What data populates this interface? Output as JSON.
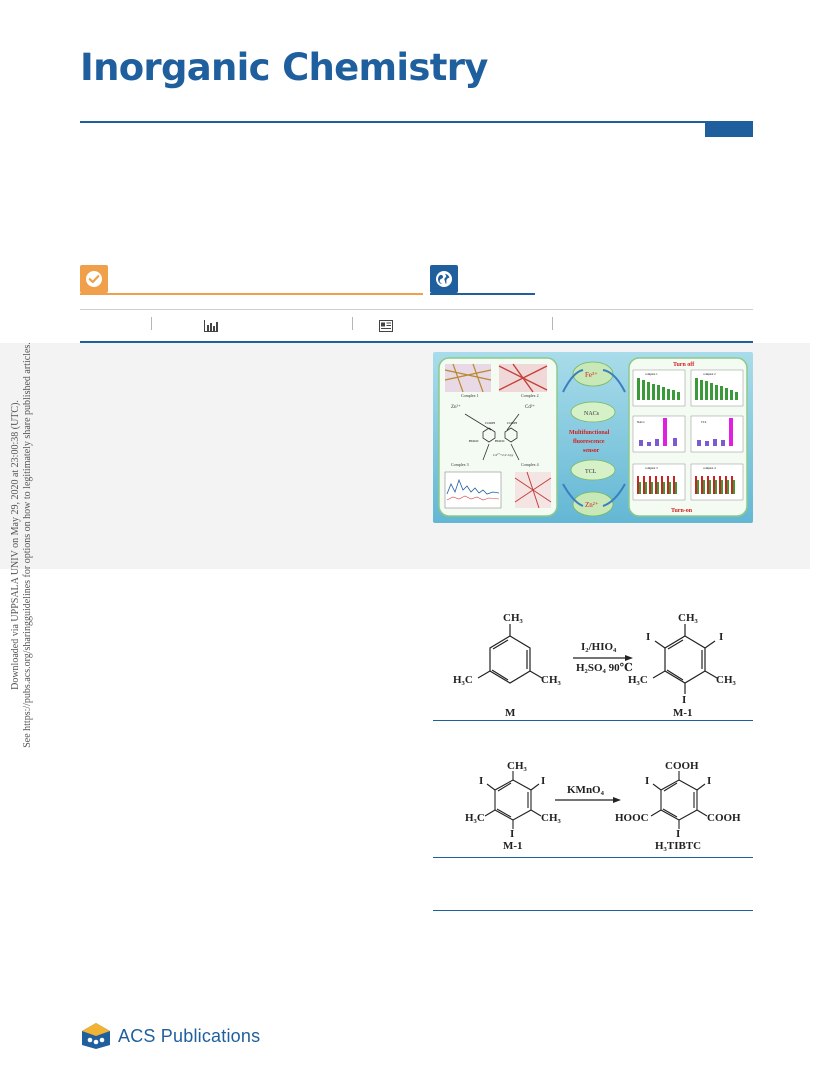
{
  "journal": {
    "title": "Inorganic Chemistry",
    "brand_color": "#1f5f9e",
    "accent_orange": "#f0a04a"
  },
  "badges": [
    {
      "icon": "checkmark-icon",
      "color": "#f0a04a"
    },
    {
      "icon": "globe-icon",
      "color": "#1f5f9e"
    }
  ],
  "metrics_icons": [
    "bar-chart-icon",
    "article-icon"
  ],
  "side_note": {
    "line1": "Downloaded via UPPSALA UNIV on May 29, 2020 at 23:00:38 (UTC).",
    "line2": "See https://pubs.acs.org/sharingguidelines for options on how to legitimately share published articles."
  },
  "toc_graphic": {
    "fe_label": "Fe³⁺",
    "zn_label": "Zn²⁺",
    "nacs_label": "NACs",
    "tcl_label": "TCL",
    "sensor_line1": "Multifunctional",
    "sensor_line2": "fluorescence",
    "sensor_line3": "sensor",
    "turn_off": "Turn off",
    "turn_on": "Turn-on",
    "complex1": "Complex 1",
    "complex2": "Complex 2",
    "complex3": "Complex 3",
    "complex4": "Complex 4",
    "zn_left": "Zn²⁺",
    "cd_right": "Cd²⁺",
    "cd_bpy": "Cd²⁺+2,2'-bpy",
    "cooh": "COOH",
    "hooc": "HOOC",
    "chart_nacs": "NACs",
    "chart_tcl": "TCL",
    "chart_c1": "complex 1",
    "chart_c2": "complex 2",
    "chart_c3": "complex 3",
    "chart_c4": "complex 4"
  },
  "scheme1": {
    "ch3_top": "CH₃",
    "h3c": "H₃C",
    "ch3_right": "CH₃",
    "reagent_top": "I₂/HIO₄",
    "reagent_bottom": "H₂SO₄ 90℃",
    "iodo": "I",
    "ch3_product_top": "CH₃",
    "h3c_product": "H₃C",
    "ch3_product_right": "CH₃",
    "label_start": "M",
    "label_product": "M-1"
  },
  "scheme2": {
    "ch3_top": "CH₃",
    "h3c": "H₃C",
    "ch3_right": "CH₃",
    "iodo": "I",
    "reagent": "KMnO₄",
    "cooh_top": "COOH",
    "hooc": "HOOC",
    "cooh_right": "COOH",
    "label_start": "M-1",
    "label_product": "H₃TIBTC"
  },
  "footer": {
    "publisher": "ACS Publications"
  }
}
